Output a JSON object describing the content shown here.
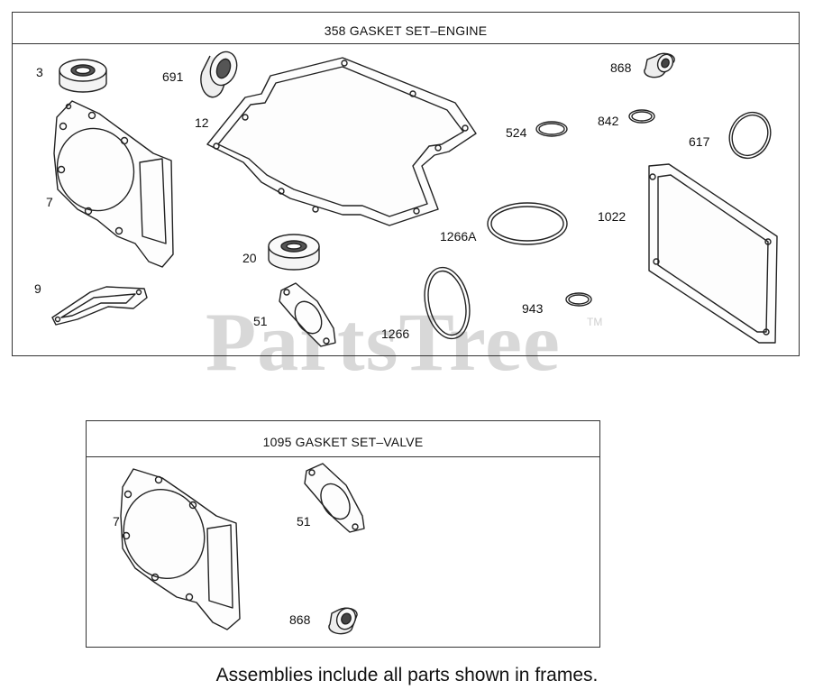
{
  "watermark": {
    "brand": "PartsTree",
    "trademark": "TM"
  },
  "frames": {
    "engine": {
      "title": "358 GASKET SET–ENGINE",
      "callouts": {
        "c3": "3",
        "c691": "691",
        "c12": "12",
        "c7": "7",
        "c9": "9",
        "c20": "20",
        "c51": "51",
        "c1266": "1266",
        "c1266a": "1266A",
        "c943": "943",
        "c524": "524",
        "c842": "842",
        "c868": "868",
        "c617": "617",
        "c1022": "1022"
      }
    },
    "valve": {
      "title": "1095 GASKET SET–VALVE",
      "callouts": {
        "c7": "7",
        "c51": "51",
        "c868": "868"
      }
    }
  },
  "footer": "Assemblies include all parts shown in frames."
}
